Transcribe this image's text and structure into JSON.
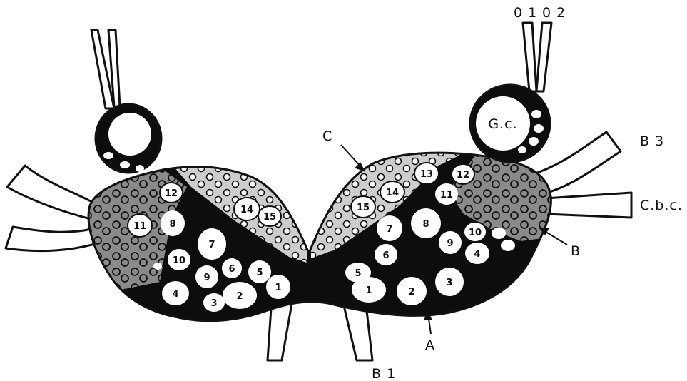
{
  "labels": {
    "o1": "0 1",
    "o2": "0 2",
    "gc": "G.c.",
    "b3": "B 3",
    "cbc": "C.b.c.",
    "c": "C",
    "b": "B",
    "a": "A",
    "b1": "B 1"
  },
  "cells": {
    "l12": "12",
    "l11": "11",
    "l8": "8",
    "l7": "7",
    "l10": "10",
    "l9": "9",
    "l6": "6",
    "l5": "5",
    "l4": "4",
    "l3": "3",
    "l2": "2",
    "l1": "1",
    "l14": "14",
    "l15": "15",
    "r13": "13",
    "r12": "12",
    "r14": "14",
    "r11": "11",
    "r15": "15",
    "r7": "7",
    "r8": "8",
    "r10": "10",
    "r9": "9",
    "r6": "6",
    "r4": "4",
    "r5": "5",
    "r3": "3",
    "r1": "1",
    "r2": "2"
  },
  "colors": {
    "black_zone": "#0d0d0d",
    "dark_grey_zone": "#8a8a8a",
    "light_grey_zone": "#cdcdcd"
  }
}
